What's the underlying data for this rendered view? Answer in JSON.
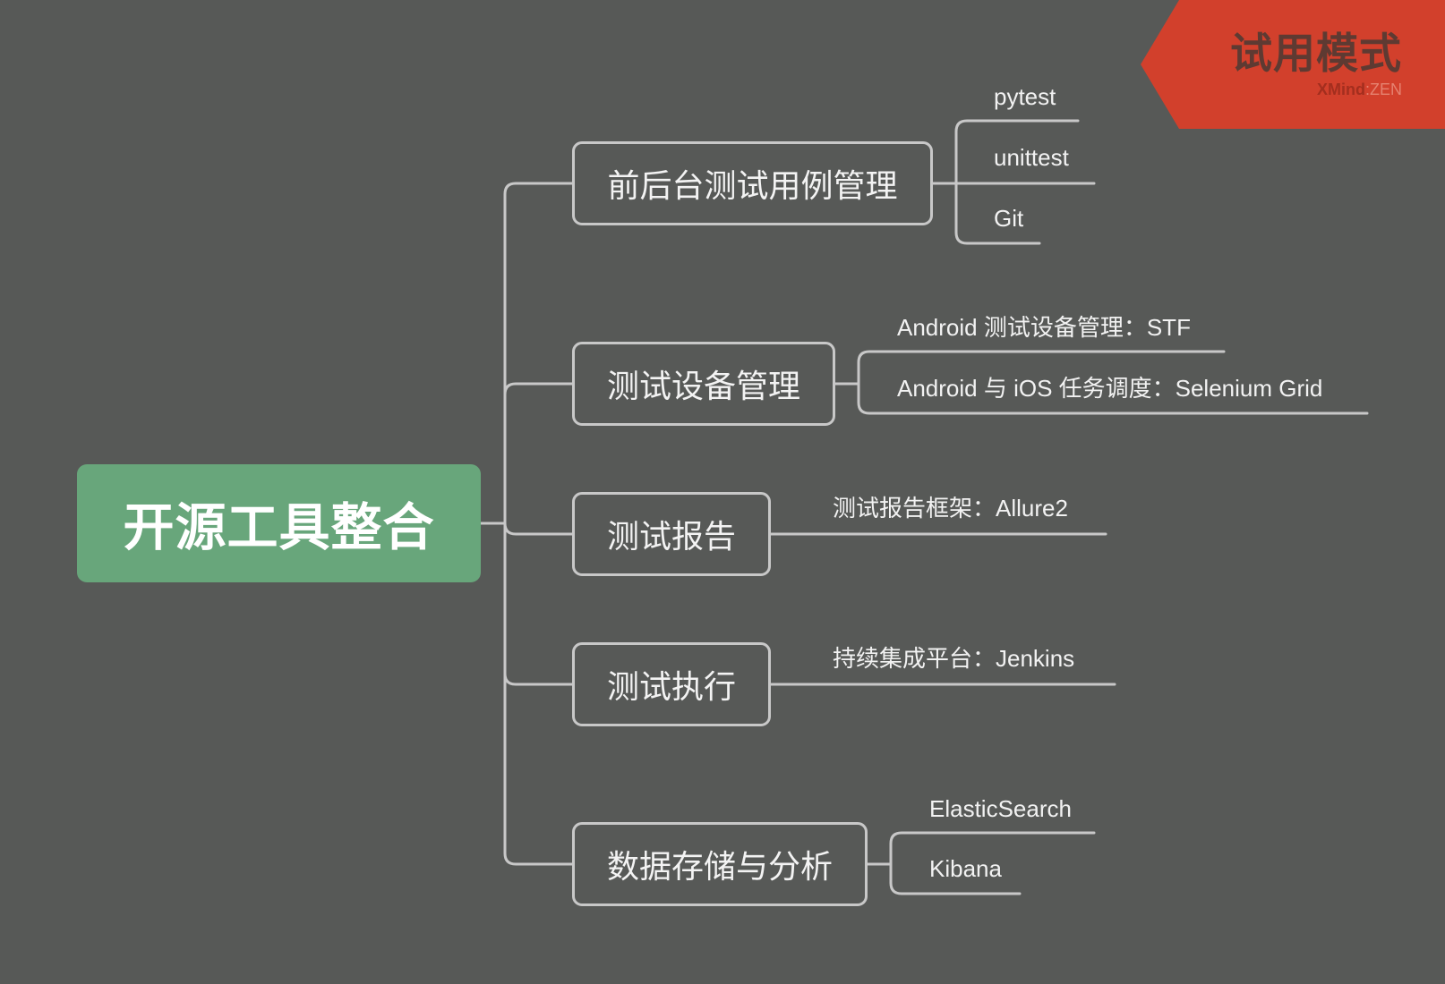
{
  "badge": {
    "title": "试用模式",
    "brand": "XMind",
    "edition": ":ZEN"
  },
  "mindmap": {
    "root": "开源工具整合",
    "branches": [
      {
        "label": "前后台测试用例管理",
        "leaves": [
          "pytest",
          "unittest",
          "Git"
        ]
      },
      {
        "label": "测试设备管理",
        "leaves": [
          "Android 测试设备管理：STF",
          "Android 与 iOS 任务调度：Selenium Grid"
        ]
      },
      {
        "label": "测试报告",
        "leaves": [
          "测试报告框架：Allure2"
        ]
      },
      {
        "label": "测试执行",
        "leaves": [
          "持续集成平台：Jenkins"
        ]
      },
      {
        "label": "数据存储与分析",
        "leaves": [
          "ElasticSearch",
          "Kibana"
        ]
      }
    ]
  },
  "colors": {
    "background": "#575957",
    "root_fill": "#68a67b",
    "connector": "#c8c8c8",
    "badge_fill": "#d2402c",
    "badge_text": "#5e3a32",
    "brand_text": "#a32e1e",
    "edition_text": "#e58270"
  }
}
